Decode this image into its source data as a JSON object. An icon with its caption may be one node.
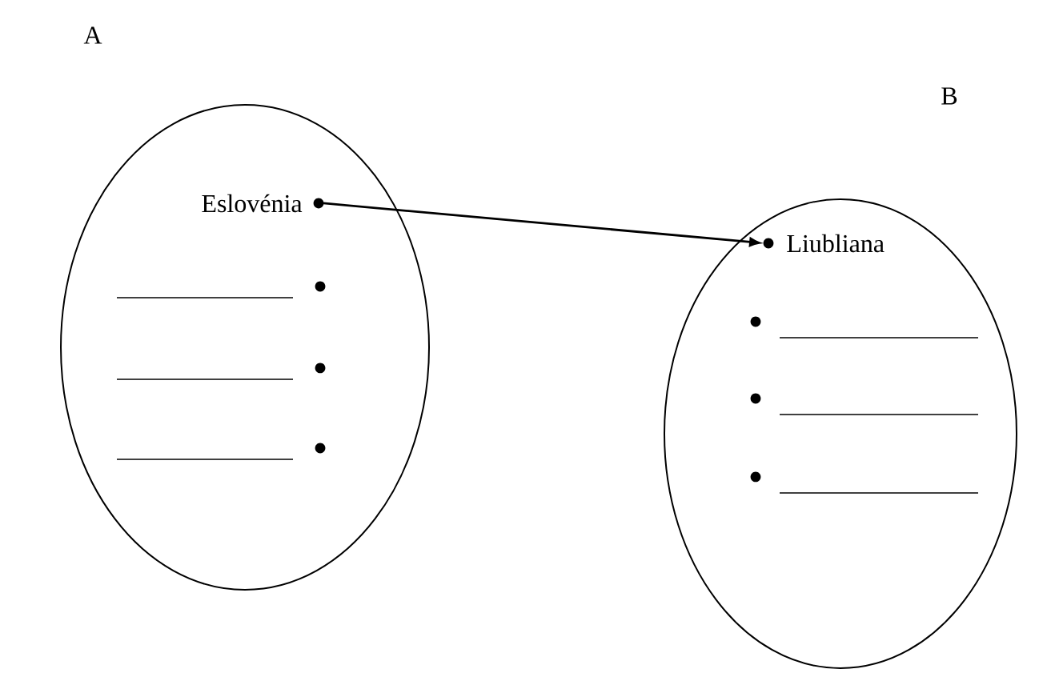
{
  "diagram": {
    "nodes": [
      {
        "text": [
          "A"
        ]
      },
      {
        "text": [
          "Eslovénia"
        ],
        "in": 0
      },
      {
        "text": [
          "B"
        ]
      },
      {
        "text": [
          "Liubliana"
        ],
        "in": 2
      }
    ],
    "edges": [
      {
        "from": 1,
        "to": 3,
        "arrow": "to"
      }
    ]
  }
}
